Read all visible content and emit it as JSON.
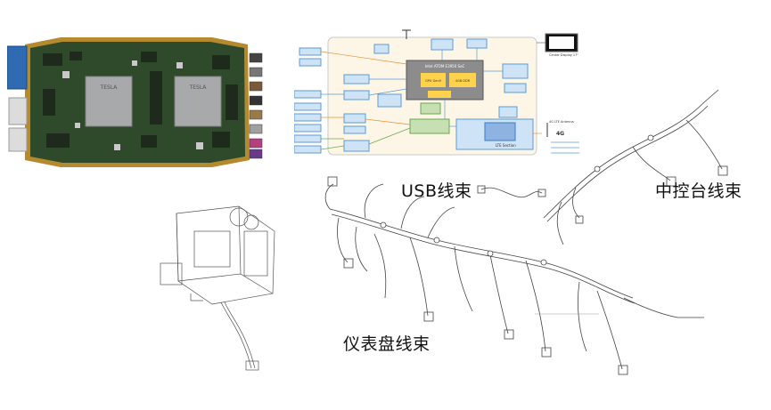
{
  "labels": {
    "usb": "USB线束",
    "center_console": "中控台线束",
    "instrument_panel": "仪表盘线束"
  },
  "pcb": {
    "chip_brand": "TESLA"
  },
  "block_diagram": {
    "soc_title": "Intel ATOM E3950 SoC",
    "soc_sub1": "GPU Gen9",
    "soc_sub2": "4GB DDR",
    "lte_section": "LTE Section",
    "antenna_label": "4G LTE Antenna",
    "display_label": "Center Display 17\"",
    "lte_mark": "4G"
  },
  "colors": {
    "block_fill": "#cfe3f7",
    "block_border": "#5b9bd5",
    "soc_fill": "#8c8c8c",
    "soc_inner": "#ffd24d",
    "green_block": "#c6e0b4",
    "pcb_green": "#2f4a2a",
    "pcb_gold": "#b58a2e",
    "chip_silver": "#a7a9ab"
  }
}
